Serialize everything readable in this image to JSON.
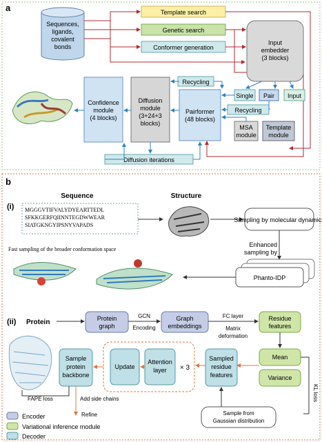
{
  "panel_a": {
    "label": "a",
    "db": [
      "Sequences,",
      "ligands,",
      "covalent",
      "bonds"
    ],
    "template_search": "Template search",
    "genetic_search": "Genetic search",
    "conformer_generation": "Conformer generation",
    "input_embedder": [
      "Input",
      "embedder",
      "(3 blocks)"
    ],
    "recycling": "Recycling",
    "single": "Single",
    "pair": "Pair",
    "input": "Input",
    "recycling2": "Recycling",
    "pairformer": [
      "Pairformer",
      "(48 blocks)"
    ],
    "diffusion_module": [
      "Diffusion",
      "module",
      "(3+24+3",
      "blocks)"
    ],
    "confidence_module": [
      "Confidence",
      "module",
      "(4 blocks)"
    ],
    "msa_module": [
      "MSA",
      "module"
    ],
    "template_module": [
      "Template",
      "module"
    ],
    "diffusion_iterations": "Diffusion iterations",
    "colors": {
      "yellow": "#fdf0a6",
      "green": "#c9e3a9",
      "teal": "#cfe9ec",
      "blue_light": "#cfe3f3",
      "grey": "#d6d6d6",
      "input_grey": "#d9d9d9",
      "pair_blue": "#c7dbef",
      "template_grey": "#bfc9d6",
      "db": "#bfd6ec",
      "red": "#b2282c",
      "arrow_blue": "#2e82c4"
    }
  },
  "panel_b": {
    "label": "b",
    "sequence_header": "Sequence",
    "structure_header": "Structure",
    "i_label": "(i)",
    "sequence_lines": [
      "MGGGVTIFVALYDYEARTTEDL",
      "SFKKGERFQIINNTEGDWWEAR",
      "SIATGKNGYIPSNYVAPADS"
    ],
    "sampling_md": "Sampling by molecular dynamics",
    "enhanced": [
      "Enhanced",
      "sampling by"
    ],
    "phanto": "Phanto-IDP",
    "fast_sampling": "Fast sampling of the broader conformation space",
    "ii_label": "(ii)",
    "protein": "Protein",
    "protein_graph": [
      "Protein",
      "graph"
    ],
    "gcn": [
      "GCN",
      "Encoding"
    ],
    "graph_embeddings": [
      "Graph",
      "embeddings"
    ],
    "fc_layer": "FC layer",
    "matrix_def": [
      "Matrix",
      "deformation"
    ],
    "residue_features": [
      "Residue",
      "features"
    ],
    "mean": "Mean",
    "variance": "Variance",
    "kl_loss": "KL loss",
    "sampled_residue": [
      "Sampled",
      "residue",
      "features"
    ],
    "attention_layer": [
      "Attention",
      "layer"
    ],
    "update": "Update",
    "times3": "× 3",
    "sample_backbone": [
      "Sample",
      "protein",
      "backbone"
    ],
    "fape_loss": "FAPE loss",
    "add_side_chains": "Add side chains",
    "refine": "Refine",
    "gaussian": [
      "Sample from",
      "Gaussian distribution"
    ],
    "legend": [
      {
        "label": "Encoder",
        "color": "#c5cde6"
      },
      {
        "label": "Variational inference module",
        "color": "#cfe6a8"
      },
      {
        "label": "Decoder",
        "color": "#bfe0e6"
      }
    ]
  }
}
